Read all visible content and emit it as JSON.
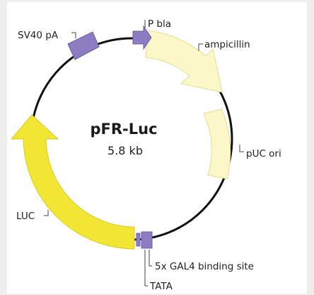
{
  "plasmid": {
    "name": "pFR-Luc",
    "size": "5.8 kb"
  },
  "features": {
    "p_bla": "P bla",
    "ampicillin": "ampicillin",
    "puc_ori": "pUC ori",
    "gal4_sites": "5x GAL4 binding site",
    "tata": "TATA",
    "luc": "LUC",
    "sv40_pa": "SV40 pA"
  },
  "colors": {
    "backbone": "#111111",
    "promoter_purple": "#8e7cc3",
    "ampicillin_fill": "#fbf7c8",
    "luc_yellow": "#f2e533",
    "background": "#eeeeee"
  }
}
